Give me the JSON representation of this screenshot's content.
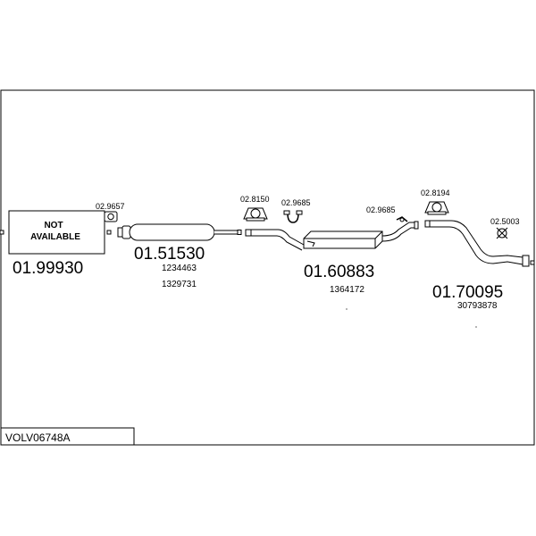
{
  "drawing_code": "VOLV06748A",
  "not_available": [
    "NOT",
    "AVAILABLE"
  ],
  "parts": [
    {
      "number": "01.99930",
      "refs": []
    },
    {
      "number": "01.51530",
      "refs": [
        "1234463",
        "1329731"
      ]
    },
    {
      "number": "01.60883",
      "refs": [
        "1364172"
      ]
    },
    {
      "number": "01.70095",
      "refs": [
        "30793878"
      ]
    }
  ],
  "fittings": [
    "02.9657",
    "02.8150",
    "02.9685",
    "02.9685",
    "02.8194",
    "02.5003"
  ]
}
